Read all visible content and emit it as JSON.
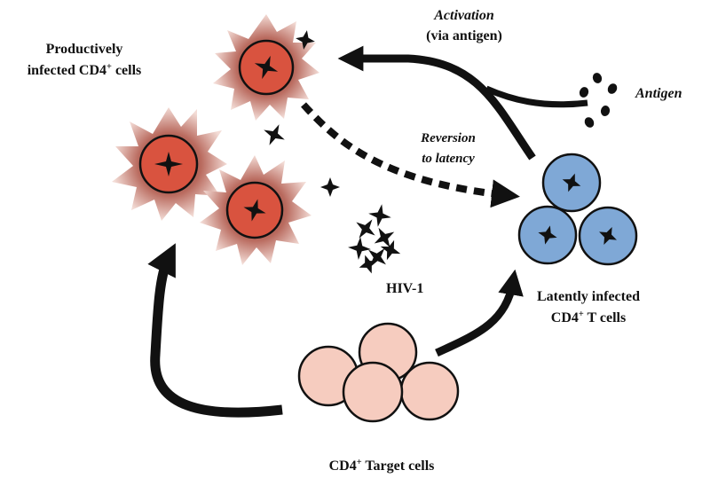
{
  "labels": {
    "productive": {
      "line1": "Productively",
      "line2_pre": "infected CD4",
      "sup": "+",
      "line2_post": " cells"
    },
    "activation": {
      "line1": "Activation",
      "line2": "(via antigen)"
    },
    "antigen": "Antigen",
    "reversion": {
      "line1": "Reversion",
      "line2": "to latency"
    },
    "hiv": "HIV-1",
    "latent": {
      "line1": "Latently infected",
      "line2_pre": "CD4",
      "sup": "+",
      "line2_post": " T cells"
    },
    "target": {
      "pre": "CD4",
      "sup": "+",
      "post": " Target cells"
    }
  },
  "colors": {
    "infected_cell": "#d9533f",
    "infected_halo": "#b96a5e",
    "latent_cell": "#7fa8d6",
    "target_cell": "#f6ccbf",
    "outline": "#111111"
  },
  "icons": {
    "virion": "four-point-star",
    "antigen": "dots"
  }
}
